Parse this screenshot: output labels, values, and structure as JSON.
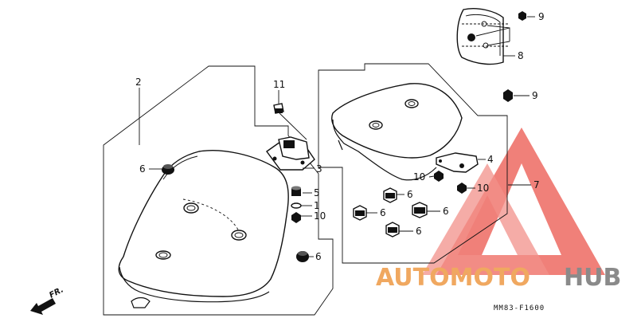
{
  "callouts": {
    "c2": "2",
    "c11": "11",
    "c3": "3",
    "c6a": "6",
    "c5": "5",
    "c1": "1",
    "c10a": "10",
    "c6b": "6",
    "c9a": "9",
    "c8": "8",
    "c9b": "9",
    "c4": "4",
    "c10b": "10",
    "c10c": "10",
    "c7": "7",
    "c6c": "6",
    "c6d": "6",
    "c6e": "6",
    "c6f": "6"
  },
  "direction_label": "FR.",
  "drawing_code": "MM83-F1600",
  "watermark": {
    "part1": "AUTOMOTO",
    "part2": "HUB",
    "colors": {
      "triangle": "#ee5a52",
      "text_orange": "#f0a860",
      "text_gray": "#8a8a8a"
    }
  }
}
